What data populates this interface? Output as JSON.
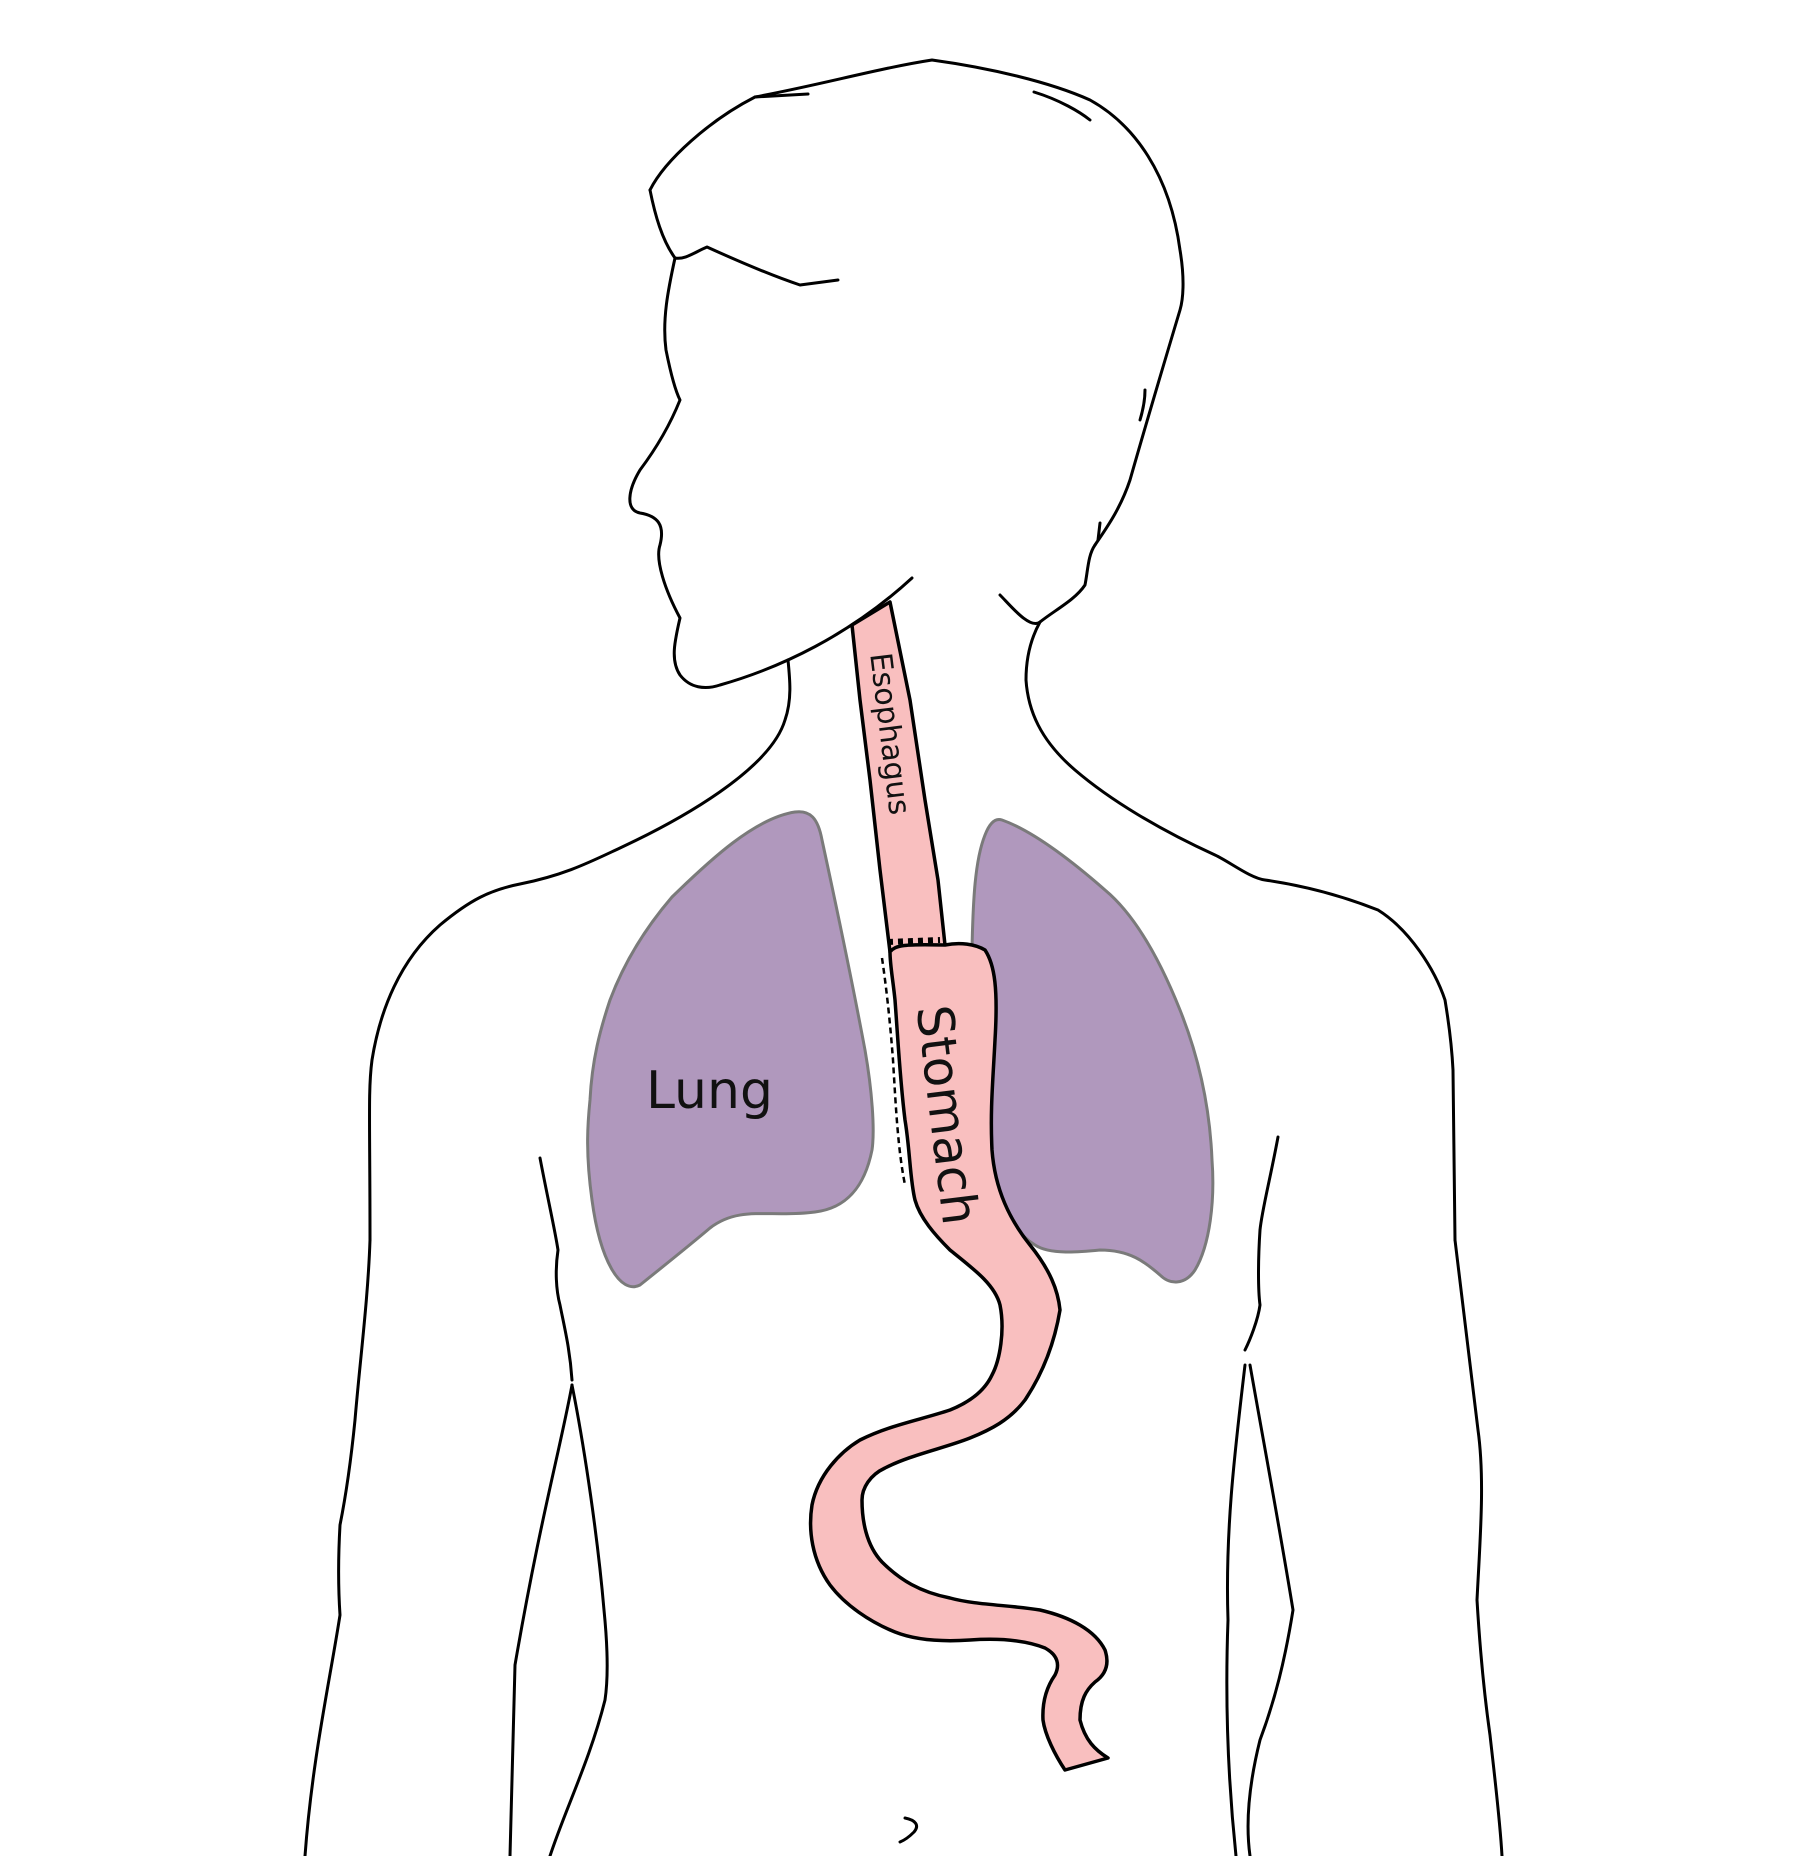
{
  "labels": {
    "lung": "Lung",
    "esophagus": "Esophagus",
    "stomach": "Stomach"
  },
  "colors": {
    "lung_fill": "#b098bd",
    "organ_fill": "#f9bfbf",
    "outline": "#000000",
    "background": "#ffffff"
  }
}
